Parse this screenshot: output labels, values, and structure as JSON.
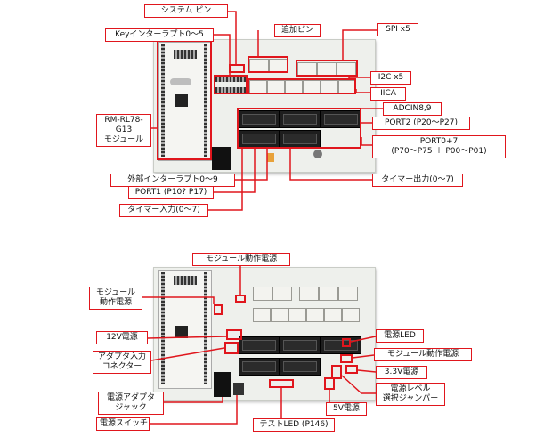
{
  "top_diagram": {
    "labels": {
      "system_pin": "システム ピン",
      "key_interrupt": "Keyインターラプト0～5",
      "extra_pin": "追加ピン",
      "spi": "SPI x5",
      "module_l1": "RM-RL78-G13",
      "module_l2": "モジュール",
      "i2c": "I2C x5",
      "iica": "IICA",
      "adcin": "ADCIN8,9",
      "port2": "PORT2 (P20～P27)",
      "port07_l1": "PORT0+7",
      "port07_l2": "(P70～P75 ＋ P00～P01)",
      "ext_interrupt": "外部インターラプト0～9",
      "port1": "PORT1 (P10? P17)",
      "timer_out": "タイマー出力(0～7)",
      "timer_in": "タイマー入力(0～7)"
    }
  },
  "bottom_diagram": {
    "labels": {
      "module_power_top": "モジュール動作電源",
      "module_power_left_l1": "モジュール",
      "module_power_left_l2": "動作電源",
      "v12": "12V電源",
      "adapter_conn_l1": "アダプタ入力",
      "adapter_conn_l2": "コネクター",
      "adapter_jack_l1": "電源アダプタ",
      "adapter_jack_l2": "ジャック",
      "power_switch": "電源スイッチ",
      "test_led": "テストLED (P146)",
      "v5": "5V電源",
      "power_led": "電源LED",
      "module_power_right": "モジュール動作電源",
      "v33": "3.3V電源",
      "level_jumper_l1": "電源レベル",
      "level_jumper_l2": "選択ジャンパー"
    }
  },
  "colors": {
    "accent": "#e0161d",
    "board": "#eef0ec",
    "header": "#1e1e1e"
  }
}
